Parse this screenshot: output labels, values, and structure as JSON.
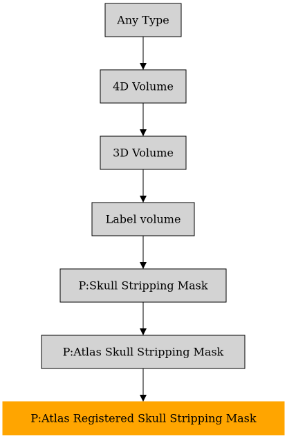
{
  "diagram": {
    "nodes": [
      {
        "id": "any_type",
        "label": "Any Type",
        "fill": "#d3d3d3",
        "stroke": "#000000"
      },
      {
        "id": "4d_volume",
        "label": "4D Volume",
        "fill": "#d3d3d3",
        "stroke": "#000000"
      },
      {
        "id": "3d_volume",
        "label": "3D Volume",
        "fill": "#d3d3d3",
        "stroke": "#000000"
      },
      {
        "id": "label_volume",
        "label": "Label volume",
        "fill": "#d3d3d3",
        "stroke": "#000000"
      },
      {
        "id": "skull_mask",
        "label": "P:Skull Stripping Mask",
        "fill": "#d3d3d3",
        "stroke": "#000000"
      },
      {
        "id": "atlas_skull_mask",
        "label": "P:Atlas Skull Stripping Mask",
        "fill": "#d3d3d3",
        "stroke": "#000000"
      },
      {
        "id": "atlas_registered_mask",
        "label": "P:Atlas Registered Skull Stripping Mask",
        "fill": "#ffa500",
        "stroke": "#ffa500"
      }
    ],
    "edges": [
      {
        "from": "any_type",
        "to": "4d_volume"
      },
      {
        "from": "4d_volume",
        "to": "3d_volume"
      },
      {
        "from": "3d_volume",
        "to": "label_volume"
      },
      {
        "from": "label_volume",
        "to": "skull_mask"
      },
      {
        "from": "skull_mask",
        "to": "atlas_skull_mask"
      },
      {
        "from": "atlas_skull_mask",
        "to": "atlas_registered_mask"
      }
    ]
  }
}
